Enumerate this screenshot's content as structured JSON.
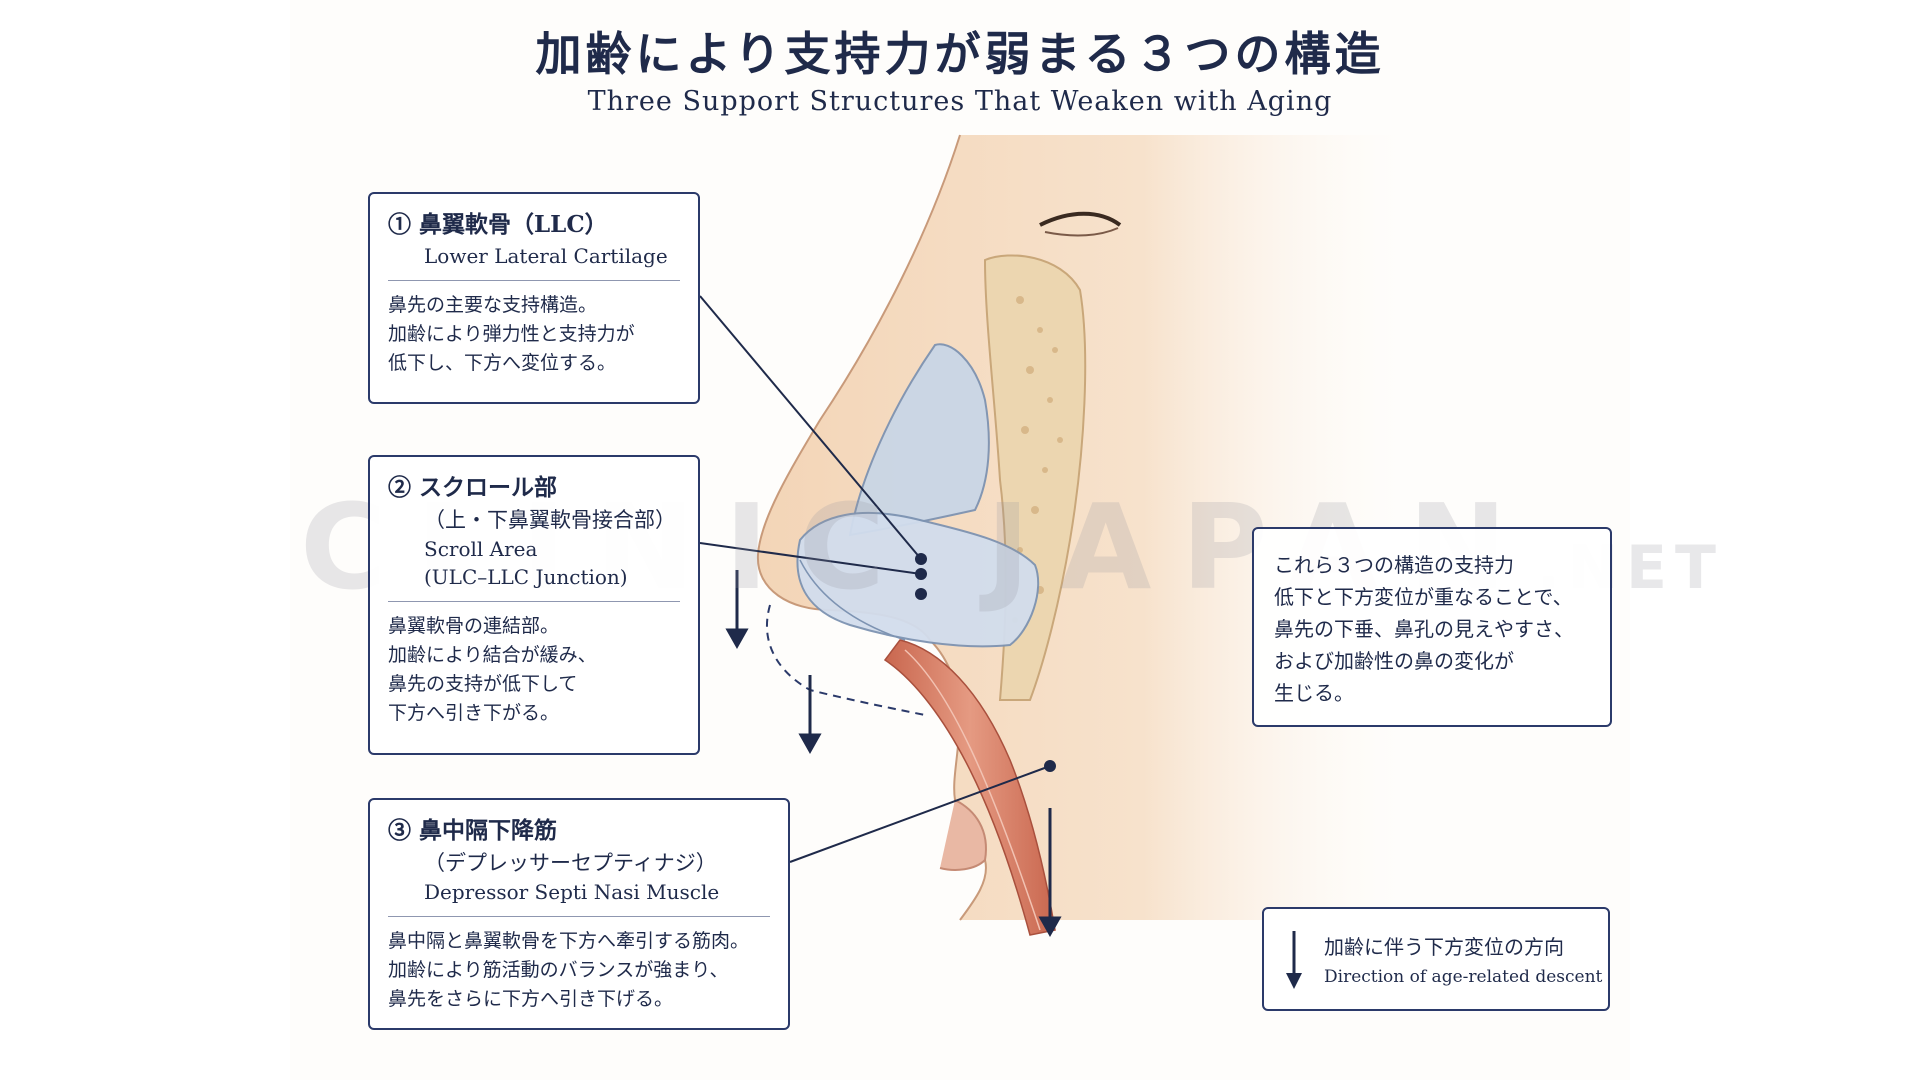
{
  "title": {
    "jp": "加齢により支持力が弱まる３つの構造",
    "en": "Three Support Structures That Weaken with Aging"
  },
  "watermark": {
    "main": "CLINIC JAPAN",
    "suffix": ".NET"
  },
  "callouts": [
    {
      "heading": "① 鼻翼軟骨（LLC）",
      "subheading": "",
      "english": "Lower Lateral Cartilage",
      "english2": "",
      "body": [
        "鼻先の主要な支持構造。",
        "加齢により弾力性と支持力が",
        "低下し、下方へ変位する。"
      ]
    },
    {
      "heading": "② スクロール部",
      "subheading": "（上・下鼻翼軟骨接合部）",
      "english": "Scroll Area",
      "english2": "(ULC–LLC Junction)",
      "body": [
        "鼻翼軟骨の連結部。",
        "加齢により結合が緩み、",
        "鼻先の支持が低下して",
        "下方へ引き下がる。"
      ]
    },
    {
      "heading": "③ 鼻中隔下降筋",
      "subheading": "（デプレッサーセプティナジ）",
      "english": "Depressor Septi Nasi Muscle",
      "english2": "",
      "body": [
        "鼻中隔と鼻翼軟骨を下方へ牽引する筋肉。",
        "加齢により筋活動のバランスが強まり、",
        "鼻先をさらに下方へ引き下げる。"
      ]
    }
  ],
  "summary": [
    "これら３つの構造の支持力",
    "低下と下方変位が重なることで、",
    "鼻先の下垂、鼻孔の見えやすさ、",
    "および加齢性の鼻の変化が",
    "生じる。"
  ],
  "legend": {
    "jp": "加齢に伴う下方変位の方向",
    "en": "Direction of age-related descent"
  },
  "colors": {
    "accent": "#1f2a4a",
    "skin": "#f4d9be",
    "cartilage": "#c9d6e6",
    "bone": "#ecd3a8",
    "muscle": "#d9826a"
  },
  "icons": [
    "down-arrow-icon"
  ]
}
